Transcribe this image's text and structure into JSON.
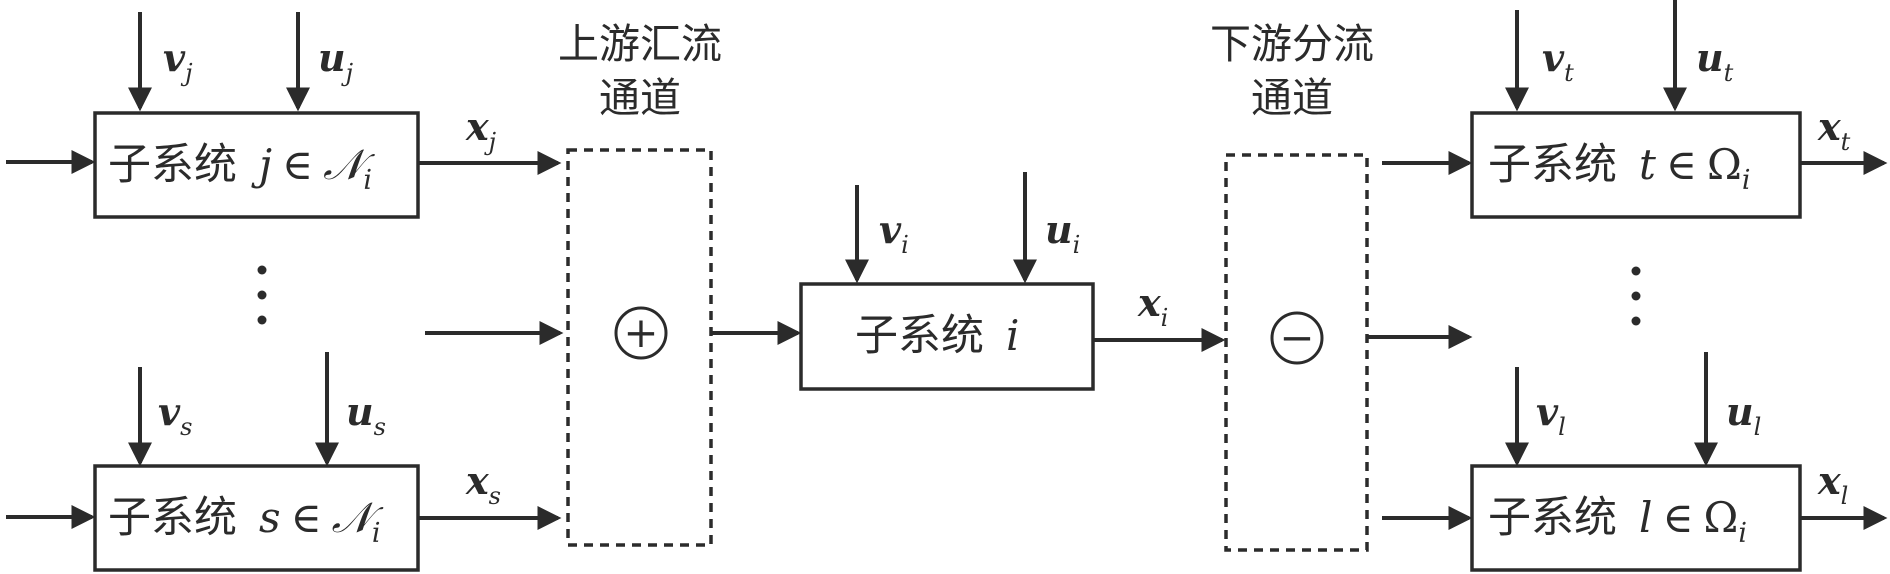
{
  "upstream_channel": {
    "line1": "上游汇流",
    "line2": "通道",
    "operator": "+"
  },
  "downstream_channel": {
    "line1": "下游分流",
    "line2": "通道",
    "operator": "−"
  },
  "blocks": {
    "j": {
      "cn": "子系统",
      "var": "j",
      "rel": "∈",
      "set": "𝒩",
      "set_sub": "i",
      "in_v": "v",
      "in_v_sub": "j",
      "in_u": "u",
      "in_u_sub": "j",
      "out_x": "x",
      "out_x_sub": "j"
    },
    "s": {
      "cn": "子系统",
      "var": "s",
      "rel": "∈",
      "set": "𝒩",
      "set_sub": "i",
      "in_v": "v",
      "in_v_sub": "s",
      "in_u": "u",
      "in_u_sub": "s",
      "out_x": "x",
      "out_x_sub": "s"
    },
    "i": {
      "cn": "子系统",
      "var": "i",
      "in_v": "v",
      "in_v_sub": "i",
      "in_u": "u",
      "in_u_sub": "i",
      "out_x": "x",
      "out_x_sub": "i"
    },
    "t": {
      "cn": "子系统",
      "var": "t",
      "rel": "∈",
      "set": "Ω",
      "set_sub": "i",
      "in_v": "v",
      "in_v_sub": "t",
      "in_u": "u",
      "in_u_sub": "t",
      "out_x": "x",
      "out_x_sub": "t"
    },
    "l": {
      "cn": "子系统",
      "var": "l",
      "rel": "∈",
      "set": "Ω",
      "set_sub": "i",
      "in_v": "v",
      "in_v_sub": "l",
      "in_u": "u",
      "in_u_sub": "l",
      "out_x": "x",
      "out_x_sub": "l"
    }
  }
}
